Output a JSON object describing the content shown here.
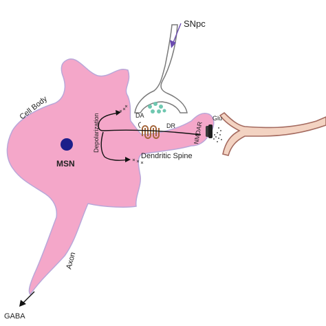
{
  "labels": {
    "snpc": "SNpc",
    "da": "DA",
    "dr": "DR",
    "nmdar": "NMDAR",
    "glu": "Glu",
    "cell_body": "Cell Body",
    "depolarization": "Depolarization",
    "dendritic_spine": "Dendritic Spine",
    "msn": "MSN",
    "axon": "Axon",
    "gaba": "GABA"
  },
  "colors": {
    "cell_fill": "#f4a7c9",
    "cell_outline": "#b9a7d9",
    "nucleus": "#1d1f8a",
    "da_neuron": "#ffffff",
    "da_outline": "#7a7a7a",
    "snpc_arrow": "#6b4bb0",
    "vesicles": "#6fc7b0",
    "receptor": "#a5673d",
    "glu_neuron": "#f3d3c2",
    "glu_outline": "#a46a5f",
    "nmdar": "#3a3a3a",
    "arrows": "#111111"
  }
}
